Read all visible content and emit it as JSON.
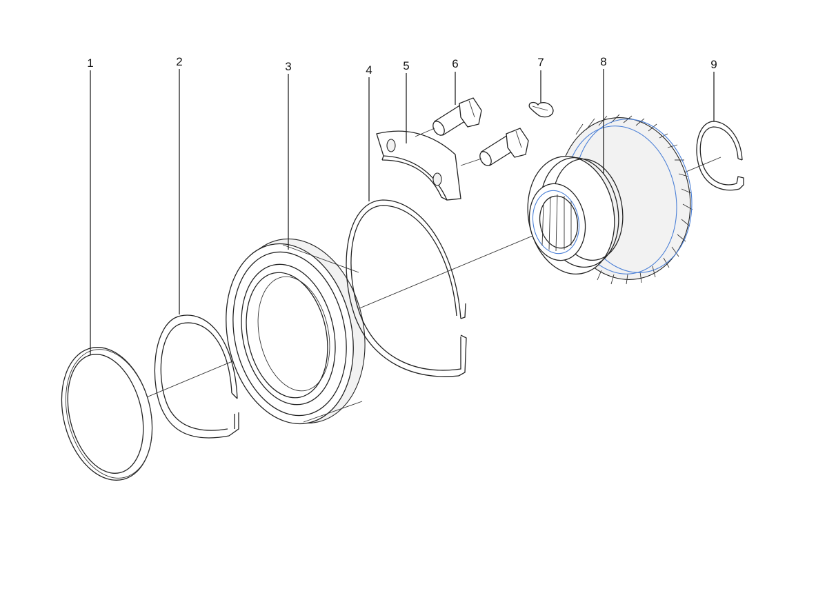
{
  "callouts": [
    {
      "label": "1",
      "part": "retaining-ring"
    },
    {
      "label": "2",
      "part": "snap-ring"
    },
    {
      "label": "3",
      "part": "ball-bearing"
    },
    {
      "label": "4",
      "part": "circlip"
    },
    {
      "label": "5",
      "part": "thrust-segment"
    },
    {
      "label": "6",
      "part": "bolt-with-nut"
    },
    {
      "label": "7",
      "part": "spring-clip"
    },
    {
      "label": "8",
      "part": "gear-with-hub"
    },
    {
      "label": "9",
      "part": "small-snap-ring"
    }
  ],
  "colors": {
    "line": "#222222",
    "highlight": "#4a7fd6",
    "background": "#ffffff"
  }
}
